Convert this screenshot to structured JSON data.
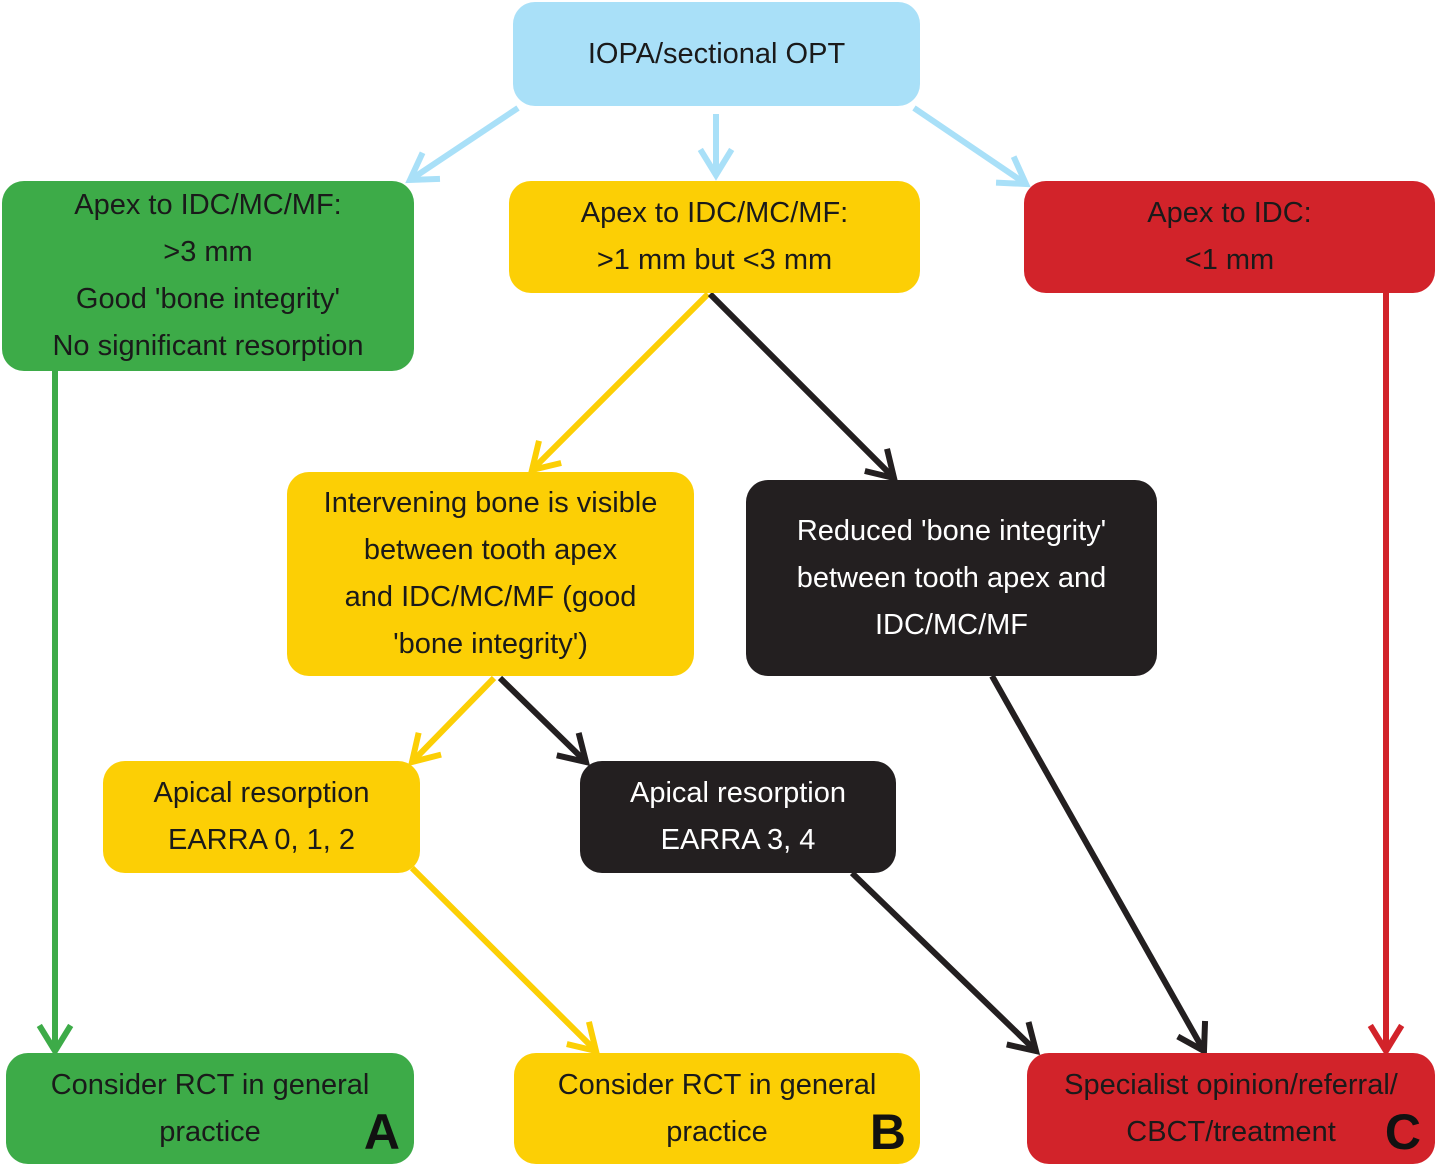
{
  "colors": {
    "blue": "#a9e0f8",
    "green": "#3dab48",
    "yellow": "#fccf05",
    "red": "#d2232a",
    "black": "#231f20"
  },
  "nodes": {
    "start": {
      "lines": [
        "IOPA/sectional OPT"
      ]
    },
    "far": {
      "lines": [
        "Apex to IDC/MC/MF:",
        ">3 mm",
        "Good 'bone integrity'",
        "No significant resorption"
      ]
    },
    "mid": {
      "lines": [
        "Apex to IDC/MC/MF:",
        ">1 mm but <3 mm"
      ]
    },
    "close": {
      "lines": [
        "Apex to IDC:",
        "<1 mm"
      ]
    },
    "good_bone": {
      "lines": [
        "Intervening bone is visible",
        "between tooth apex",
        "and IDC/MC/MF (good",
        "'bone integrity')"
      ]
    },
    "reduced_bone": {
      "lines": [
        "Reduced 'bone integrity'",
        "between tooth apex and",
        "IDC/MC/MF"
      ]
    },
    "low_resorption": {
      "lines": [
        "Apical resorption",
        "EARRA 0, 1, 2"
      ]
    },
    "high_resorption": {
      "lines": [
        "Apical resorption",
        "EARRA 3, 4"
      ]
    },
    "outcome_a": {
      "lines": [
        "Consider RCT in general",
        "practice"
      ],
      "tag": "A"
    },
    "outcome_b": {
      "lines": [
        "Consider RCT in general",
        "practice"
      ],
      "tag": "B"
    },
    "outcome_c": {
      "lines": [
        "Specialist opinion/referral/",
        "CBCT/treatment"
      ],
      "tag": "C"
    }
  },
  "edges": [
    {
      "from": "start",
      "to": "far",
      "color": "blue"
    },
    {
      "from": "start",
      "to": "mid",
      "color": "blue"
    },
    {
      "from": "start",
      "to": "close",
      "color": "blue"
    },
    {
      "from": "far",
      "to": "outcome_a",
      "color": "green"
    },
    {
      "from": "mid",
      "to": "good_bone",
      "color": "yellow"
    },
    {
      "from": "mid",
      "to": "reduced_bone",
      "color": "black"
    },
    {
      "from": "close",
      "to": "outcome_c",
      "color": "red"
    },
    {
      "from": "good_bone",
      "to": "low_resorption",
      "color": "yellow"
    },
    {
      "from": "good_bone",
      "to": "high_resorption",
      "color": "black"
    },
    {
      "from": "reduced_bone",
      "to": "outcome_c",
      "color": "black"
    },
    {
      "from": "low_resorption",
      "to": "outcome_b",
      "color": "yellow"
    },
    {
      "from": "high_resorption",
      "to": "outcome_c",
      "color": "black"
    }
  ]
}
